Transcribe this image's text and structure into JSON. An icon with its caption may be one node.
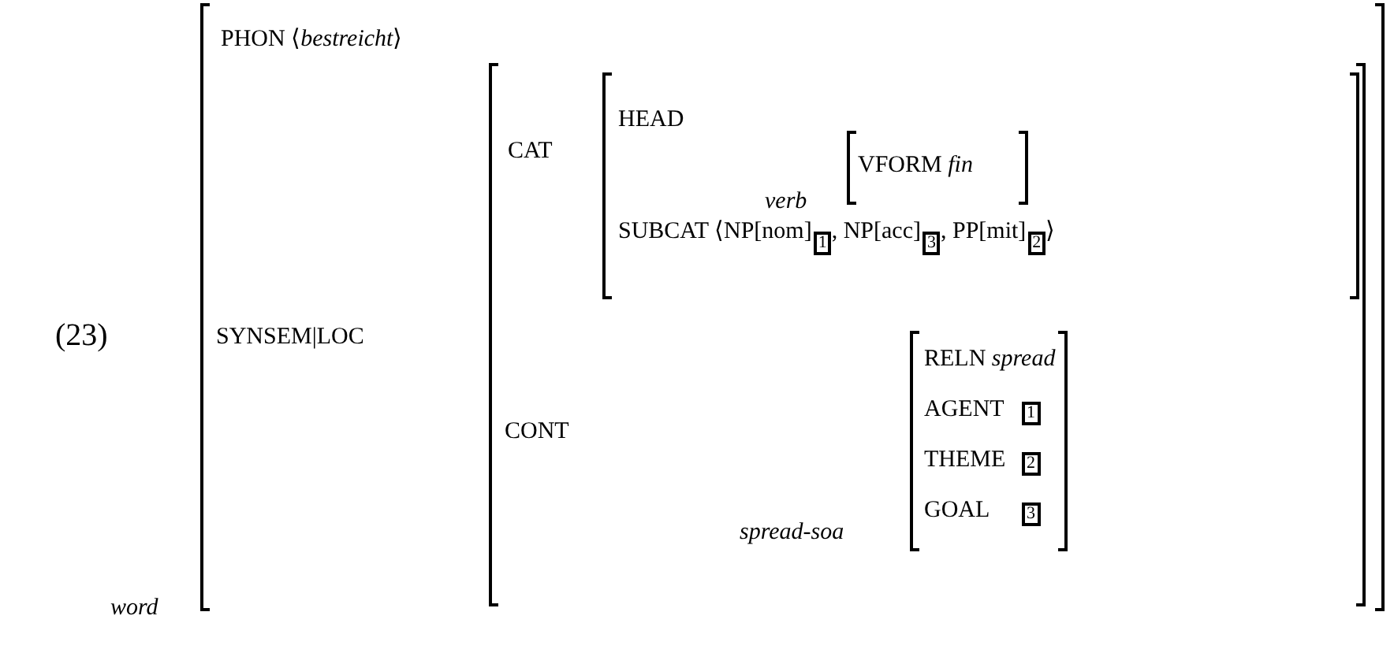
{
  "diagram": {
    "nodes": [
      {
        "text": [
          "word"
        ]
      },
      {
        "text": [],
        "shape": "box",
        "in": 0
      },
      {
        "text": [],
        "shape": "box",
        "in": 1
      },
      {
        "text": [
          "verb"
        ],
        "in": 2
      },
      {
        "text": [
          "spread-soa"
        ],
        "in": 1
      }
    ],
    "labels": [
      "(23)",
      "PHON ⟨*bestreicht*⟩",
      "SYNSEM|LOC",
      "CAT",
      "HEAD",
      "VFORM *fin*",
      "SUBCAT ⟨NP[nom]$_{1}$, NP[acc]$_{3}$, PP[mit]$_{2}$⟩",
      "CONT",
      "RELN *spread*",
      "AGENT",
      "1",
      "THEME",
      "2",
      "GOAL",
      "3"
    ]
  }
}
